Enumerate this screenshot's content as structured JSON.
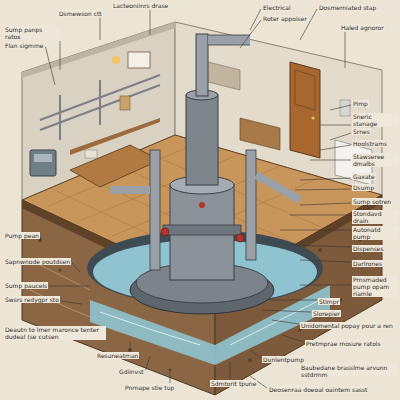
{
  "diagram": {
    "labels": [
      "Dsmewson ctt",
      "Lacteoniinrs drase",
      "Sump panps ratox",
      "Flan sigmme",
      "Electrical",
      "Roter appoiser",
      "Dosmerniated stap",
      "Haled agnoror",
      "Pimp",
      "Sneric stanage",
      "Srnes",
      "Hoolstrams",
      "Stawseree dmalbs",
      "Gaxate",
      "Dsump",
      "Sump sotren",
      "Stondavd drain",
      "Autonatd pump",
      "Dispenses",
      "Darlrones",
      "Prnsmaded pump opam riamle",
      "Stimpr",
      "Slorepier",
      "Unidomental popay pour a ren",
      "Pretmprae mosure ratols",
      "Dunlentpump",
      "Baubedane brasslme arvunn sstdrmm",
      "Pump pean",
      "Sapnwnode poutdsen",
      "Sump paucels",
      "Swsrs redygpr sto",
      "Deautn to lmer maronce tenter dudeal (se cutsen",
      "Resuneatman",
      "Gdiinvst",
      "Pnrnape stie tup",
      "Sdmtorit tpune",
      "Deosenraa doeoal oaintem sasst"
    ]
  }
}
